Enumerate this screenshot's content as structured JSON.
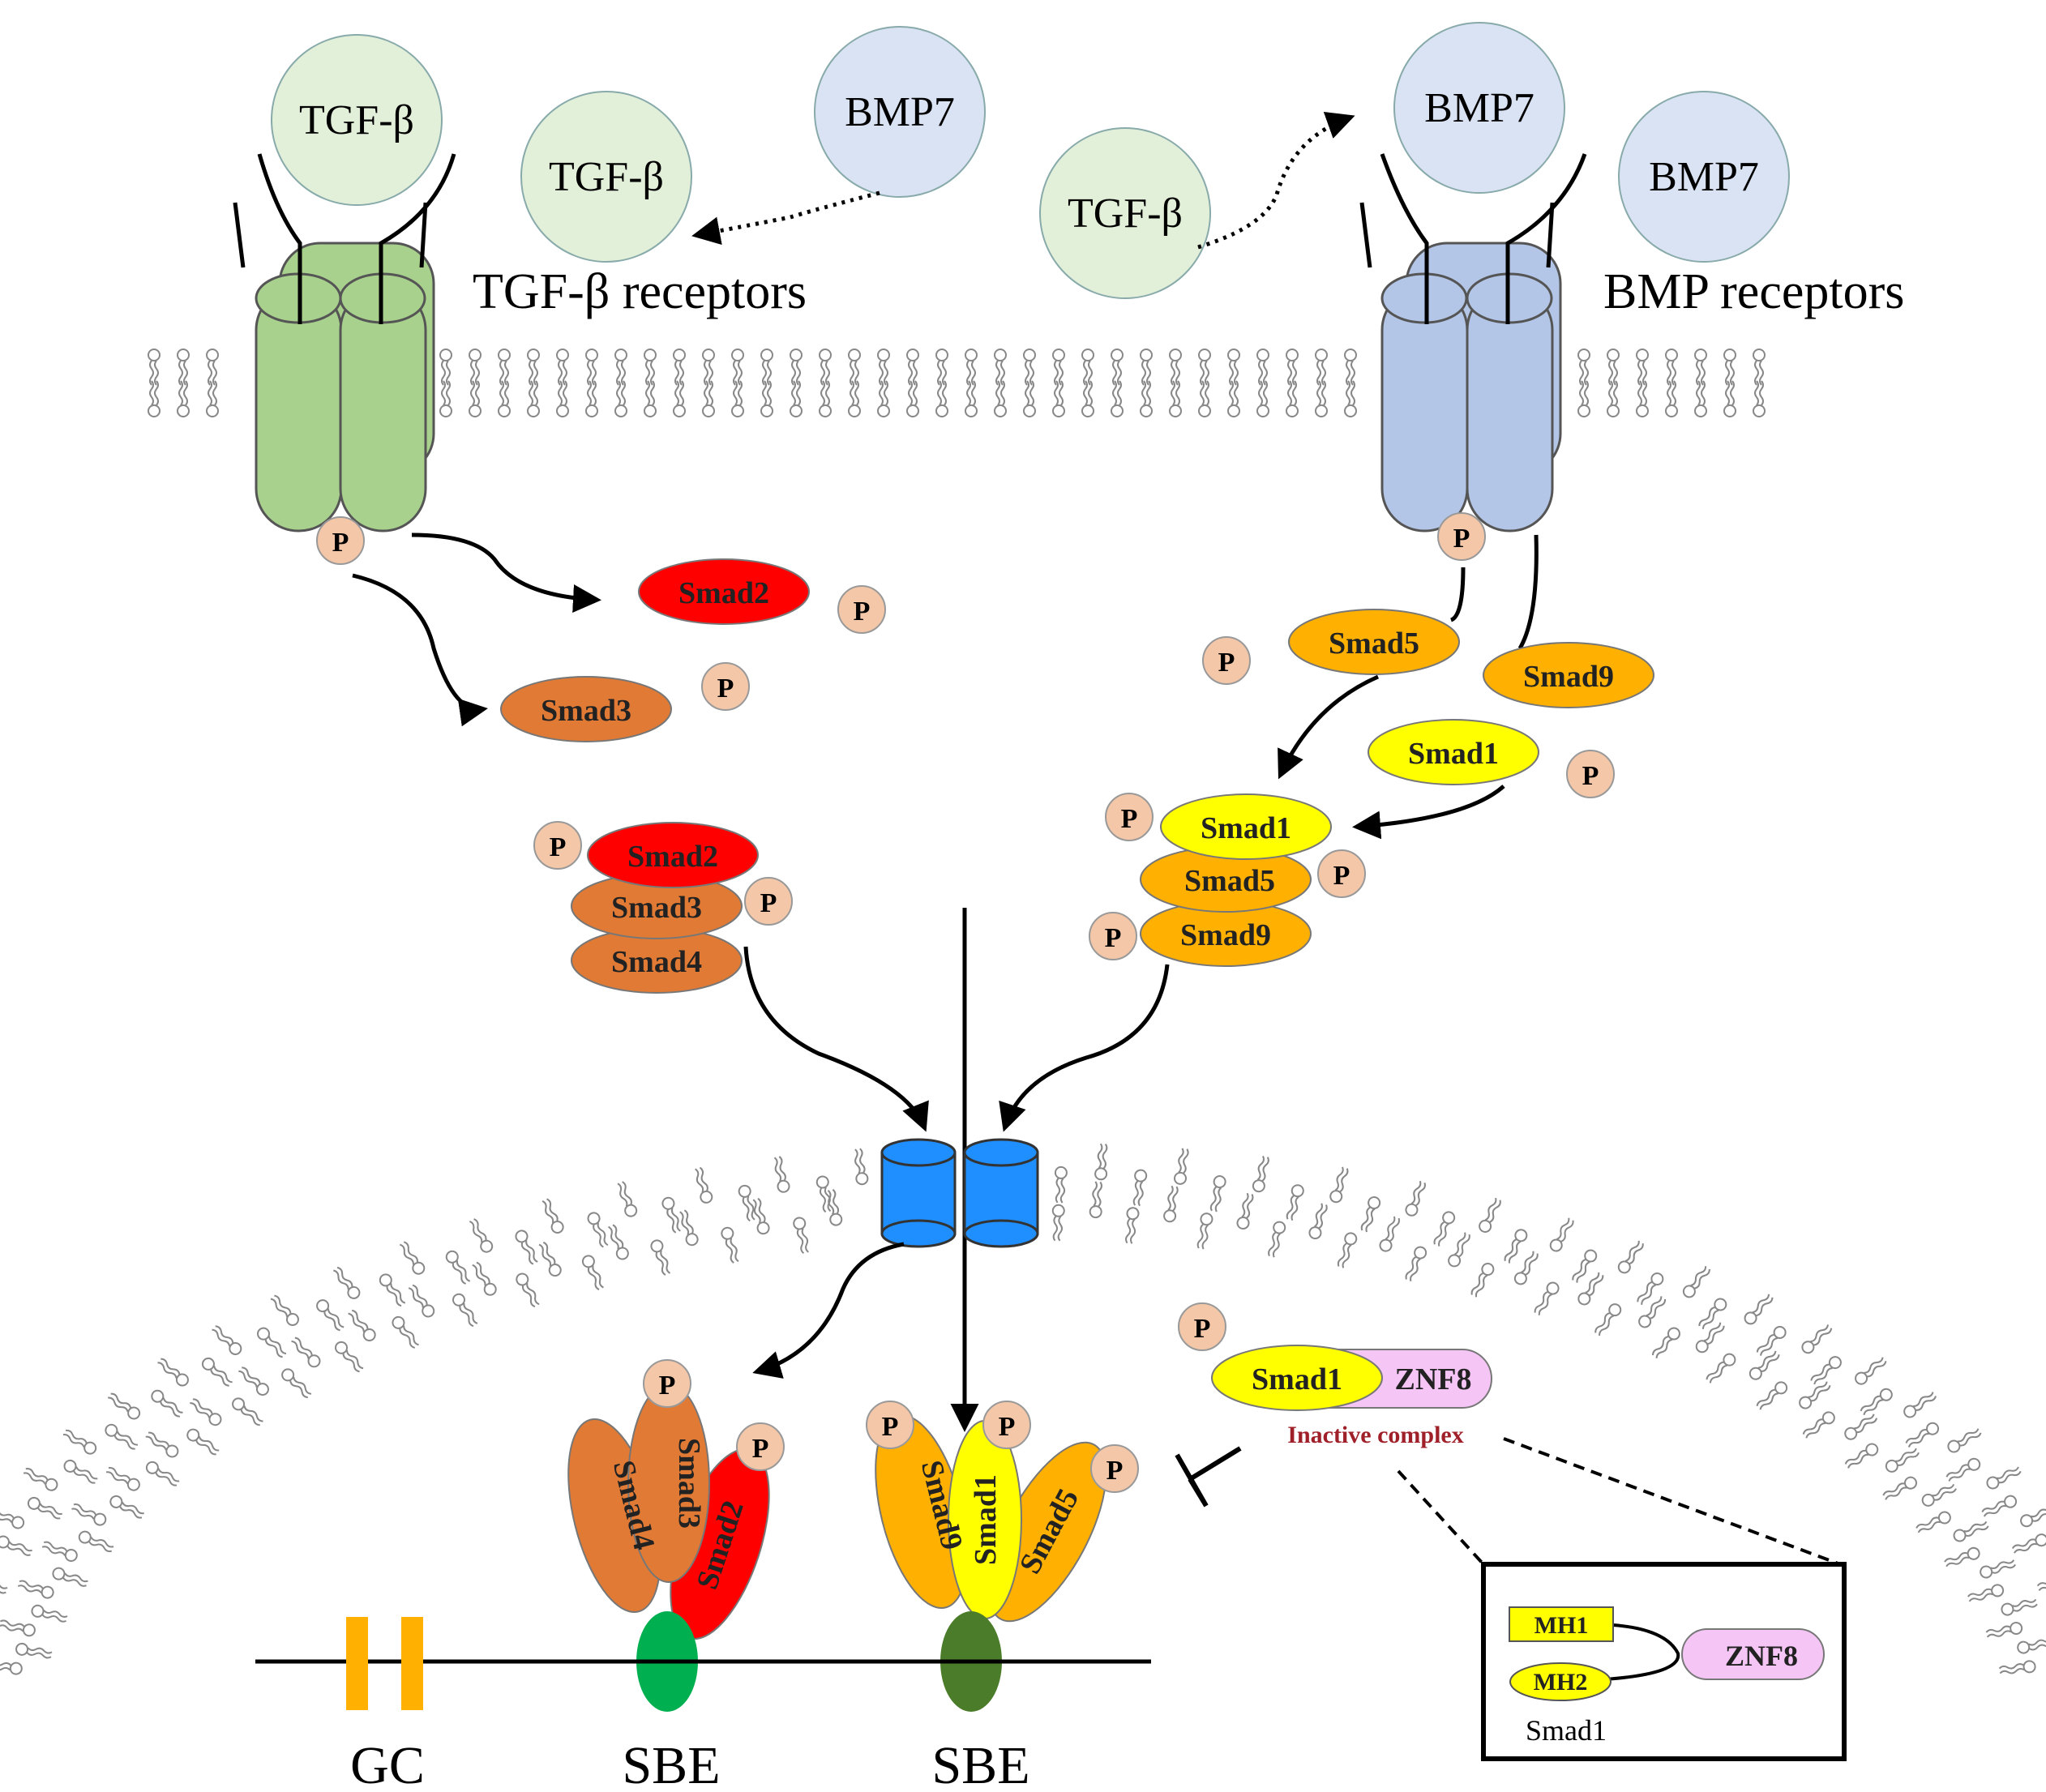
{
  "ligands": {
    "tgfb_bound": "TGF-β",
    "tgfb_free_left": "TGF-β",
    "bmp7_top": "BMP7",
    "tgfb_free_right": "TGF-β",
    "bmp7_bound": "BMP7",
    "bmp7_free_right": "BMP7"
  },
  "receptors": {
    "tgfb_label": "TGF-β receptors",
    "bmp_label": "BMP receptors"
  },
  "phospho": "P",
  "smads": {
    "smad2": "Smad2",
    "smad3": "Smad3",
    "smad5": "Smad5",
    "smad9": "Smad9",
    "smad1": "Smad1",
    "smad4": "Smad4"
  },
  "complex_left": [
    "Smad2",
    "Smad3",
    "Smad4"
  ],
  "complex_right": [
    "Smad1",
    "Smad5",
    "Smad9"
  ],
  "nuclear_left": [
    "Smad4",
    "Smad3",
    "Smad2"
  ],
  "nuclear_right": [
    "Smad9",
    "Smad1",
    "Smad5"
  ],
  "inactive": {
    "smad1": "Smad1",
    "znf8": "ZNF8",
    "label": "Inactive complex"
  },
  "inset": {
    "mh1": "MH1",
    "mh2": "MH2",
    "znf8": "ZNF8",
    "smad1": "Smad1"
  },
  "dna": {
    "gc": "GC",
    "sbe_left": "SBE",
    "sbe_right": "SBE"
  },
  "colors": {
    "tgfb_green": "#a9d18e",
    "ligand_green": "#e2efd9",
    "bmp_blue": "#b4c6e7",
    "ligand_blue": "#dae3f3",
    "smad2_red": "#ff0000",
    "smad3_orange": "#e07a35",
    "smad_gold": "#ffb000",
    "smad1_yellow": "#ffff00",
    "phospho": "#f4c7a8",
    "nuclear_pore": "#1f8fff",
    "znf8_pink": "#f5c6f5",
    "inactive_red": "#a0202a",
    "sbe_green": "#00b050",
    "sbe_darkgreen": "#4a7c2a",
    "gc_orange": "#ffb000"
  }
}
